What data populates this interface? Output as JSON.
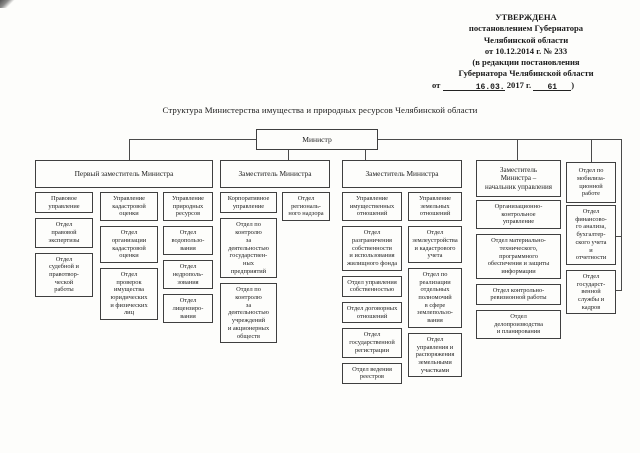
{
  "approval": {
    "lines": [
      "УТВЕРЖДЕНА",
      "постановлением Губернатора",
      "Челябинской области",
      "от 10.12.2014 г. № 233",
      "(в редакции постановления",
      "Губернатора Челябинской области"
    ],
    "date_prefix": "от",
    "date_written": "16.03.",
    "date_year": "2017 г.",
    "doc_number": "61",
    "close_paren": ")"
  },
  "title": "Структура Министерства имущества и природных ресурсов Челябинской области",
  "org": {
    "minister": "Министр",
    "level2": [
      "Первый заместитель Министра",
      "Заместитель Министра",
      "Заместитель Министра",
      "Заместитель\nМинистра –\nначальник управления",
      "Отдел по\nмобилиза-\nционной\nработе"
    ],
    "columns": [
      {
        "name": "legal",
        "boxes": [
          "Правовое\nуправление",
          "Отдел\nправовой\nэкспертизы",
          "Отдел\nсудебной и\nправотвор-\nческой\nработы"
        ]
      },
      {
        "name": "cadastral-valuation",
        "boxes": [
          "Управление\nкадастровой\nоценки",
          "Отдел\nорганизации\nкадастровой\nоценки",
          "Отдел\nпроверок\nимущества\nюридических\nи физических\nлиц"
        ]
      },
      {
        "name": "natural-resources",
        "boxes": [
          "Управление\nприродных\nресурсов",
          "Отдел\nводопользо-\nвания",
          "Отдел\nнедрополь-\nзования",
          "Отдел\nлицензиро-\nвания"
        ]
      },
      {
        "name": "corporate",
        "boxes": [
          "Корпоративное\nуправление",
          "Отдел по\nконтролю\nза\nдеятельностью\nгосударствен-\nных\nпредприятий",
          "Отдел по\nконтролю\nза\nдеятельностью\nучреждений\nи акционерных\nобществ"
        ]
      },
      {
        "name": "regional-oversight",
        "boxes": [
          "Отдел\nрегиональ-\nного надзора"
        ]
      },
      {
        "name": "property-relations",
        "boxes": [
          "Управление\nимущественных\nотношений",
          "Отдел\nразграничения\nсобственности\nи использования\nжилищного фонда",
          "Отдел управления\nсобственностью",
          "Отдел договорных\nотношений",
          "Отдел\nгосударственной\nрегистрации",
          "Отдел ведения\nреестров"
        ]
      },
      {
        "name": "land-relations",
        "boxes": [
          "Управление\nземельных\nотношений",
          "Отдел\nземлеустройства\nи кадастрового\nучета",
          "Отдел по\nреализации\nотдельных\nполномочий\nв сфере\nземлепользо-\nвания",
          "Отдел\nуправления и\nраспоряжения\nземельными\nучастками"
        ]
      },
      {
        "name": "org-control",
        "boxes": [
          "Организационно-\nконтрольное\nуправление",
          "Отдел материально-\nтехнического,\nпрограммного\nобеспечения и защиты\nинформации",
          "Отдел контрольно-\nревизионной работы",
          "Отдел\nделопроизводства\nи планирования"
        ]
      },
      {
        "name": "finance-hr",
        "boxes": [
          "Отдел\nфинансово-\nго анализа,\nбухгалтер-\nского учета\nи\nотчетности",
          "Отдел\nгосударст-\nвенной\nслужбы и\nкадров"
        ]
      }
    ]
  }
}
